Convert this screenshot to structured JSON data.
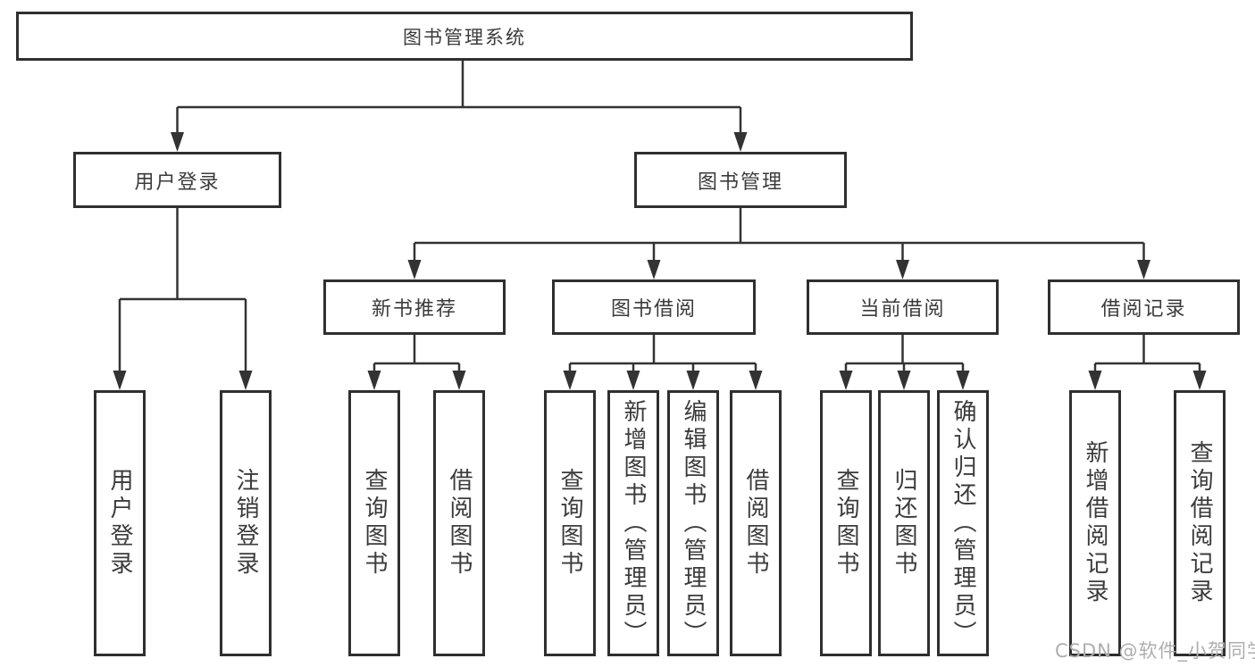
{
  "diagram_title": "图书管理系统",
  "nodes": {
    "root": "图书管理系统",
    "level2": [
      "用户登录",
      "图书管理"
    ],
    "level3": [
      "新书推荐",
      "图书借阅",
      "当前借阅",
      "借阅记录"
    ],
    "leaves": [
      "用户登录",
      "注销登录",
      "查询图书",
      "借阅图书",
      "查询图书",
      "新增图书（管理员）",
      "编辑图书（管理员）",
      "借阅图书",
      "查询图书",
      "归还图书",
      "确认归还（管理员）",
      "新增借阅记录",
      "查询借阅记录"
    ]
  },
  "hierarchy": {
    "图书管理系统": {
      "用户登录": [
        "用户登录",
        "注销登录"
      ],
      "图书管理": {
        "新书推荐": [
          "查询图书",
          "借阅图书"
        ],
        "图书借阅": [
          "查询图书",
          "新增图书（管理员）",
          "编辑图书（管理员）",
          "借阅图书"
        ],
        "当前借阅": [
          "查询图书",
          "归还图书",
          "确认归还（管理员）"
        ],
        "借阅记录": [
          "新增借阅记录",
          "查询借阅记录"
        ]
      }
    }
  },
  "watermark": {
    "text": "CSDN @软件_小贺同学"
  },
  "colors": {
    "line": "#333333",
    "border": "#2f2f2f",
    "text": "#3b3b3b",
    "background": "#ffffff",
    "watermark": "#aeaeae"
  }
}
